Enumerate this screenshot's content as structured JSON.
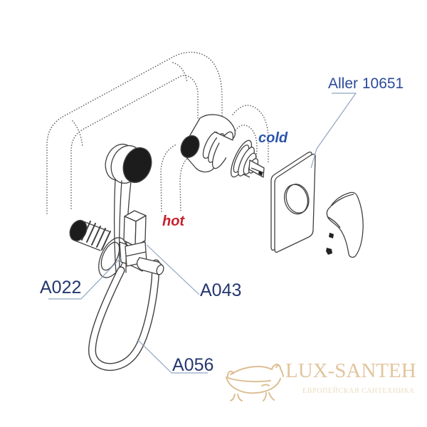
{
  "labels": {
    "product": "Aller 10651",
    "cold": "cold",
    "hot": "hot",
    "a022": "A022",
    "a043": "A043",
    "a056": "A056"
  },
  "colors": {
    "product_label": "#2b4a9b",
    "part_label": "#25376f",
    "cold_label": "#2b55ab",
    "hot_label": "#c6202e",
    "leader_line": "#8fa5c2",
    "diagram_line": "#404040",
    "dark_fill": "#1c1c1c",
    "watermark": "#e2c59e"
  },
  "watermark": {
    "brand": "LUX-SANTEH",
    "tagline": "ЕВРОПЕЙСКАЯ САНТЕХНИКА",
    "icon": "bathtub-icon"
  }
}
